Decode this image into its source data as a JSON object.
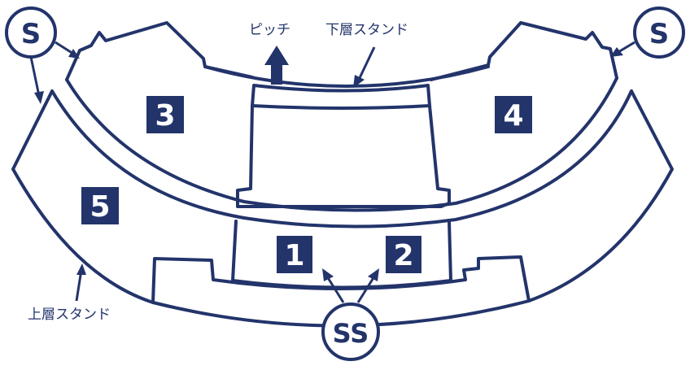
{
  "labels": {
    "pitch": "ピッチ",
    "lower_stand": "下層スタンド",
    "upper_stand": "上層スタンド"
  },
  "sections": {
    "s1": "1",
    "s2": "2",
    "s3": "3",
    "s4": "4",
    "s5": "5"
  },
  "markers": {
    "s_left": "S",
    "s_right": "S",
    "ss": "SS"
  },
  "colors": {
    "navy": "#23346b",
    "background": "#ffffff"
  }
}
